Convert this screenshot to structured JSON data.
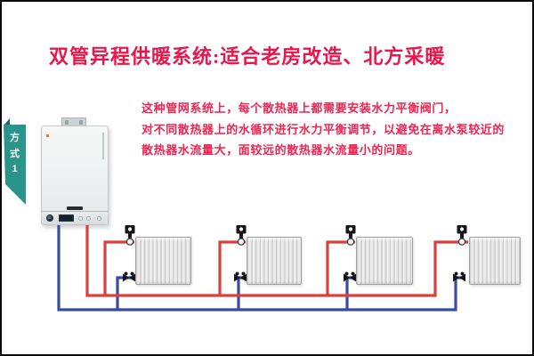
{
  "slide": {
    "title": "双管异程供暖系统:适合老房改造、北方采暖",
    "description_lines": [
      "这种管网系统上，每个散热器上都需要安装水力平衡阀门，",
      "对不同散热器上的水循环进行水力平衡调节，以避免在离水泵较近的",
      "散热器水流量大，面较远的散热器水流量小的问题。"
    ]
  },
  "ribbon": {
    "chars": [
      "方",
      "式",
      "1"
    ]
  },
  "diagram": {
    "radiator_count": 4,
    "icons": {
      "boiler": "wall-mounted-gas-boiler",
      "radiator": "finned-radiator",
      "supply_valve": "balance-valve-icon",
      "return_valve": "lockshield-valve-icon",
      "flue": "boiler-flue-connection"
    },
    "pipes": {
      "supply_color_meaning": "supply (hot) pipe",
      "return_color_meaning": "return (cold) pipe"
    }
  },
  "colors": {
    "title_red": "#e9164b",
    "body_text_red": "#ee2451",
    "pipe_supply_red": "#d6423e",
    "pipe_return_blue": "#3a4c9e",
    "ribbon_green": "#2b948a",
    "ribbon_fold_green": "#14695f",
    "border_black": "#0a0a0a"
  }
}
